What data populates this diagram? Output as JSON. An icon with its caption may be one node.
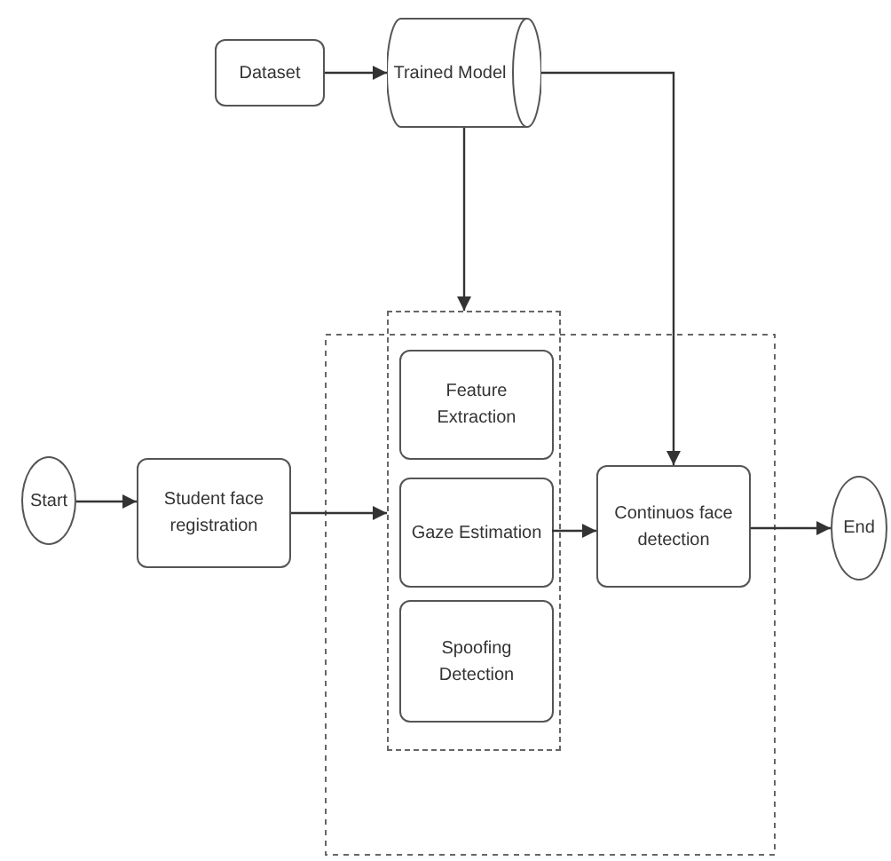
{
  "diagram": {
    "nodes": [
      {
        "text": [
          "Dataset"
        ]
      },
      {
        "text": [
          "Trained Model"
        ]
      },
      {
        "text": [],
        "shape": "box"
      },
      {
        "text": [
          "Feature Extraction"
        ],
        "in": 2
      },
      {
        "text": [
          "Gaze Estimation"
        ],
        "in": 2
      },
      {
        "text": [
          "Spoofing Detection"
        ],
        "in": 2
      },
      {
        "text": [
          "Start"
        ]
      },
      {
        "text": [
          "Student face registration"
        ]
      },
      {
        "text": [
          "Continuos face detection"
        ]
      },
      {
        "text": [
          "End"
        ]
      }
    ],
    "edges": [
      {
        "from": 0,
        "to": 1,
        "arrow": "to"
      },
      {
        "from": 1,
        "to": 2,
        "arrow": "to"
      },
      {
        "from": 1,
        "to": 8,
        "arrow": "to"
      },
      {
        "from": 6,
        "to": 7,
        "arrow": "to"
      },
      {
        "from": 7,
        "to": 2,
        "arrow": "to"
      },
      {
        "from": 4,
        "to": 8,
        "arrow": "to"
      },
      {
        "from": 8,
        "to": 9,
        "arrow": "to"
      }
    ]
  }
}
